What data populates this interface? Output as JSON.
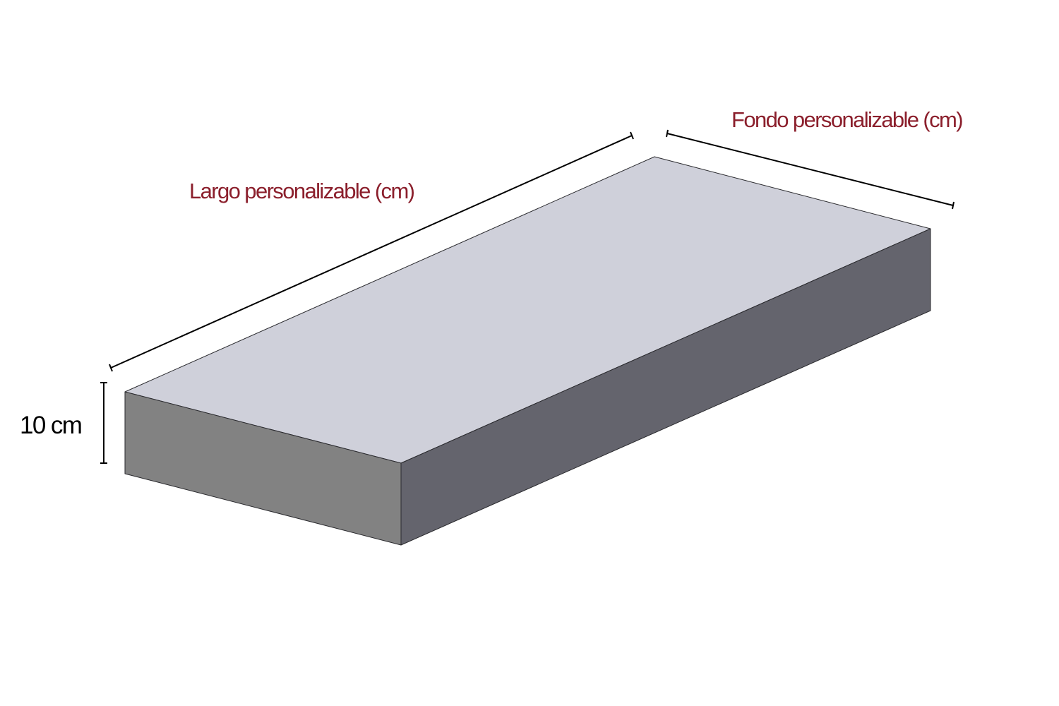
{
  "labels": {
    "length": "Largo personalizable (cm)",
    "depth": "Fondo personalizable (cm)",
    "height": "10 cm"
  },
  "colors": {
    "label_accent": "#8b1f2c",
    "height_label": "#000000",
    "top_face": "#cfd0da",
    "front_face": "#828282",
    "right_face": "#64646d",
    "background": "#ffffff"
  }
}
